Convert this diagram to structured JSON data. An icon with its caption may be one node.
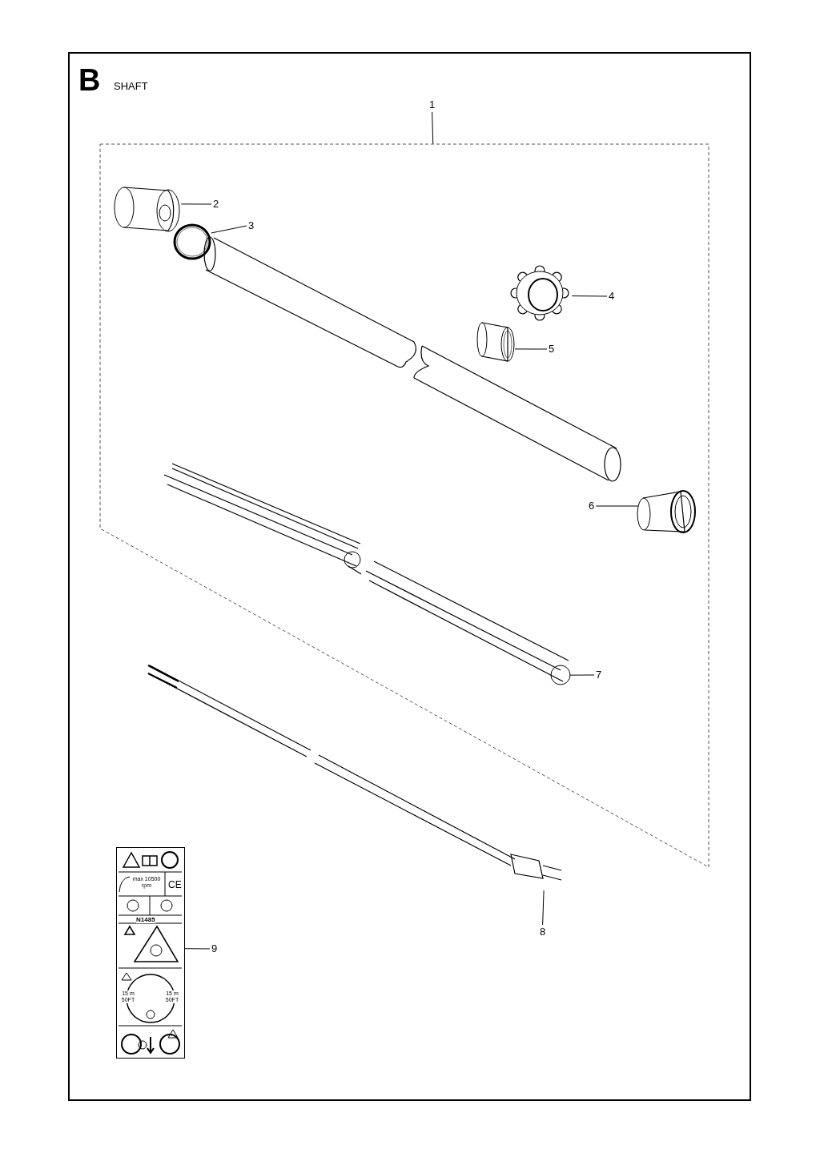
{
  "diagram": {
    "title": "SHAFT",
    "nodes": [
      {
        "text": [
          "1"
        ]
      },
      {
        "text": [],
        "shape": "box"
      },
      {
        "text": [
          "2"
        ],
        "in": 1
      },
      {
        "text": [],
        "shape": "picture",
        "in": 1
      },
      {
        "text": [
          "3"
        ],
        "in": 1
      },
      {
        "text": [],
        "shape": "circle",
        "in": 1
      },
      {
        "text": [
          "4"
        ],
        "in": 1
      },
      {
        "text": [],
        "shape": "picture",
        "in": 1
      },
      {
        "text": [
          "5"
        ],
        "in": 1
      },
      {
        "text": [],
        "shape": "cylinder",
        "in": 1
      },
      {
        "text": [
          "6"
        ],
        "in": 1
      },
      {
        "text": [],
        "shape": "picture",
        "in": 1
      },
      {
        "text": [
          "7"
        ],
        "in": 1
      },
      {
        "text": [],
        "shape": "picture",
        "in": 1
      },
      {
        "text": [
          "8"
        ]
      },
      {
        "text": [],
        "shape": "picture"
      },
      {
        "text": [
          "9"
        ]
      },
      {
        "text": [
          "max 10500 rpm",
          "CE",
          "N1485",
          "15 m 50FT",
          "15 m 50FT"
        ]
      }
    ],
    "edges": [
      {
        "from": 0,
        "to": 1,
        "arrow": "none"
      },
      {
        "from": 2,
        "to": 3,
        "arrow": "none"
      },
      {
        "from": 4,
        "to": 5,
        "arrow": "none"
      },
      {
        "from": 6,
        "to": 7,
        "arrow": "none"
      },
      {
        "from": 8,
        "to": 9,
        "arrow": "none"
      },
      {
        "from": 10,
        "to": 11,
        "arrow": "none"
      },
      {
        "from": 12,
        "to": 13,
        "arrow": "none"
      },
      {
        "from": 14,
        "to": 15,
        "arrow": "none"
      },
      {
        "from": 16,
        "to": 17,
        "arrow": "none"
      }
    ],
    "labels": [
      "B"
    ]
  }
}
